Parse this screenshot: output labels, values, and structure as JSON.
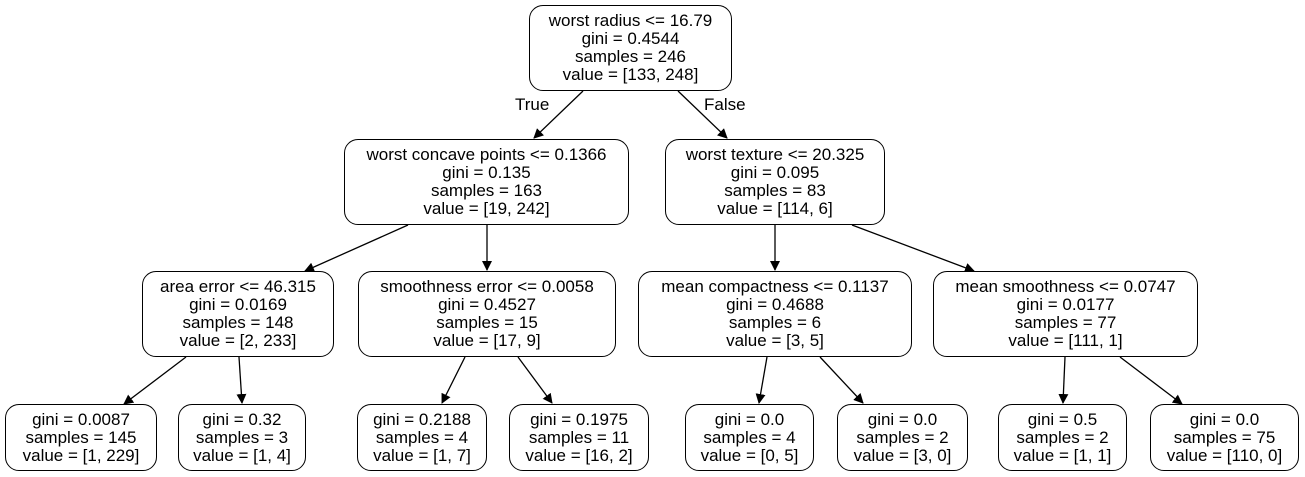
{
  "tree": {
    "root": {
      "condition": "worst radius <= 16.79",
      "gini": "gini = 0.4544",
      "samples": "samples = 246",
      "value": "value = [133, 248]"
    },
    "edge_labels": {
      "true": "True",
      "false": "False"
    },
    "l1_left": {
      "condition": "worst concave points <= 0.1366",
      "gini": "gini = 0.135",
      "samples": "samples = 163",
      "value": "value = [19, 242]"
    },
    "l1_right": {
      "condition": "worst texture <= 20.325",
      "gini": "gini = 0.095",
      "samples": "samples = 83",
      "value": "value = [114, 6]"
    },
    "l2_a": {
      "condition": "area error <= 46.315",
      "gini": "gini = 0.0169",
      "samples": "samples = 148",
      "value": "value = [2, 233]"
    },
    "l2_b": {
      "condition": "smoothness error <= 0.0058",
      "gini": "gini = 0.4527",
      "samples": "samples = 15",
      "value": "value = [17, 9]"
    },
    "l2_c": {
      "condition": "mean compactness <= 0.1137",
      "gini": "gini = 0.4688",
      "samples": "samples = 6",
      "value": "value = [3, 5]"
    },
    "l2_d": {
      "condition": "mean smoothness <= 0.0747",
      "gini": "gini = 0.0177",
      "samples": "samples = 77",
      "value": "value = [111, 1]"
    },
    "leaf1": {
      "gini": "gini = 0.0087",
      "samples": "samples = 145",
      "value": "value = [1, 229]"
    },
    "leaf2": {
      "gini": "gini = 0.32",
      "samples": "samples = 3",
      "value": "value = [1, 4]"
    },
    "leaf3": {
      "gini": "gini = 0.2188",
      "samples": "samples = 4",
      "value": "value = [1, 7]"
    },
    "leaf4": {
      "gini": "gini = 0.1975",
      "samples": "samples = 11",
      "value": "value = [16, 2]"
    },
    "leaf5": {
      "gini": "gini = 0.0",
      "samples": "samples = 4",
      "value": "value = [0, 5]"
    },
    "leaf6": {
      "gini": "gini = 0.0",
      "samples": "samples = 2",
      "value": "value = [3, 0]"
    },
    "leaf7": {
      "gini": "gini = 0.5",
      "samples": "samples = 2",
      "value": "value = [1, 1]"
    },
    "leaf8": {
      "gini": "gini = 0.0",
      "samples": "samples = 75",
      "value": "value = [110, 0]"
    }
  }
}
